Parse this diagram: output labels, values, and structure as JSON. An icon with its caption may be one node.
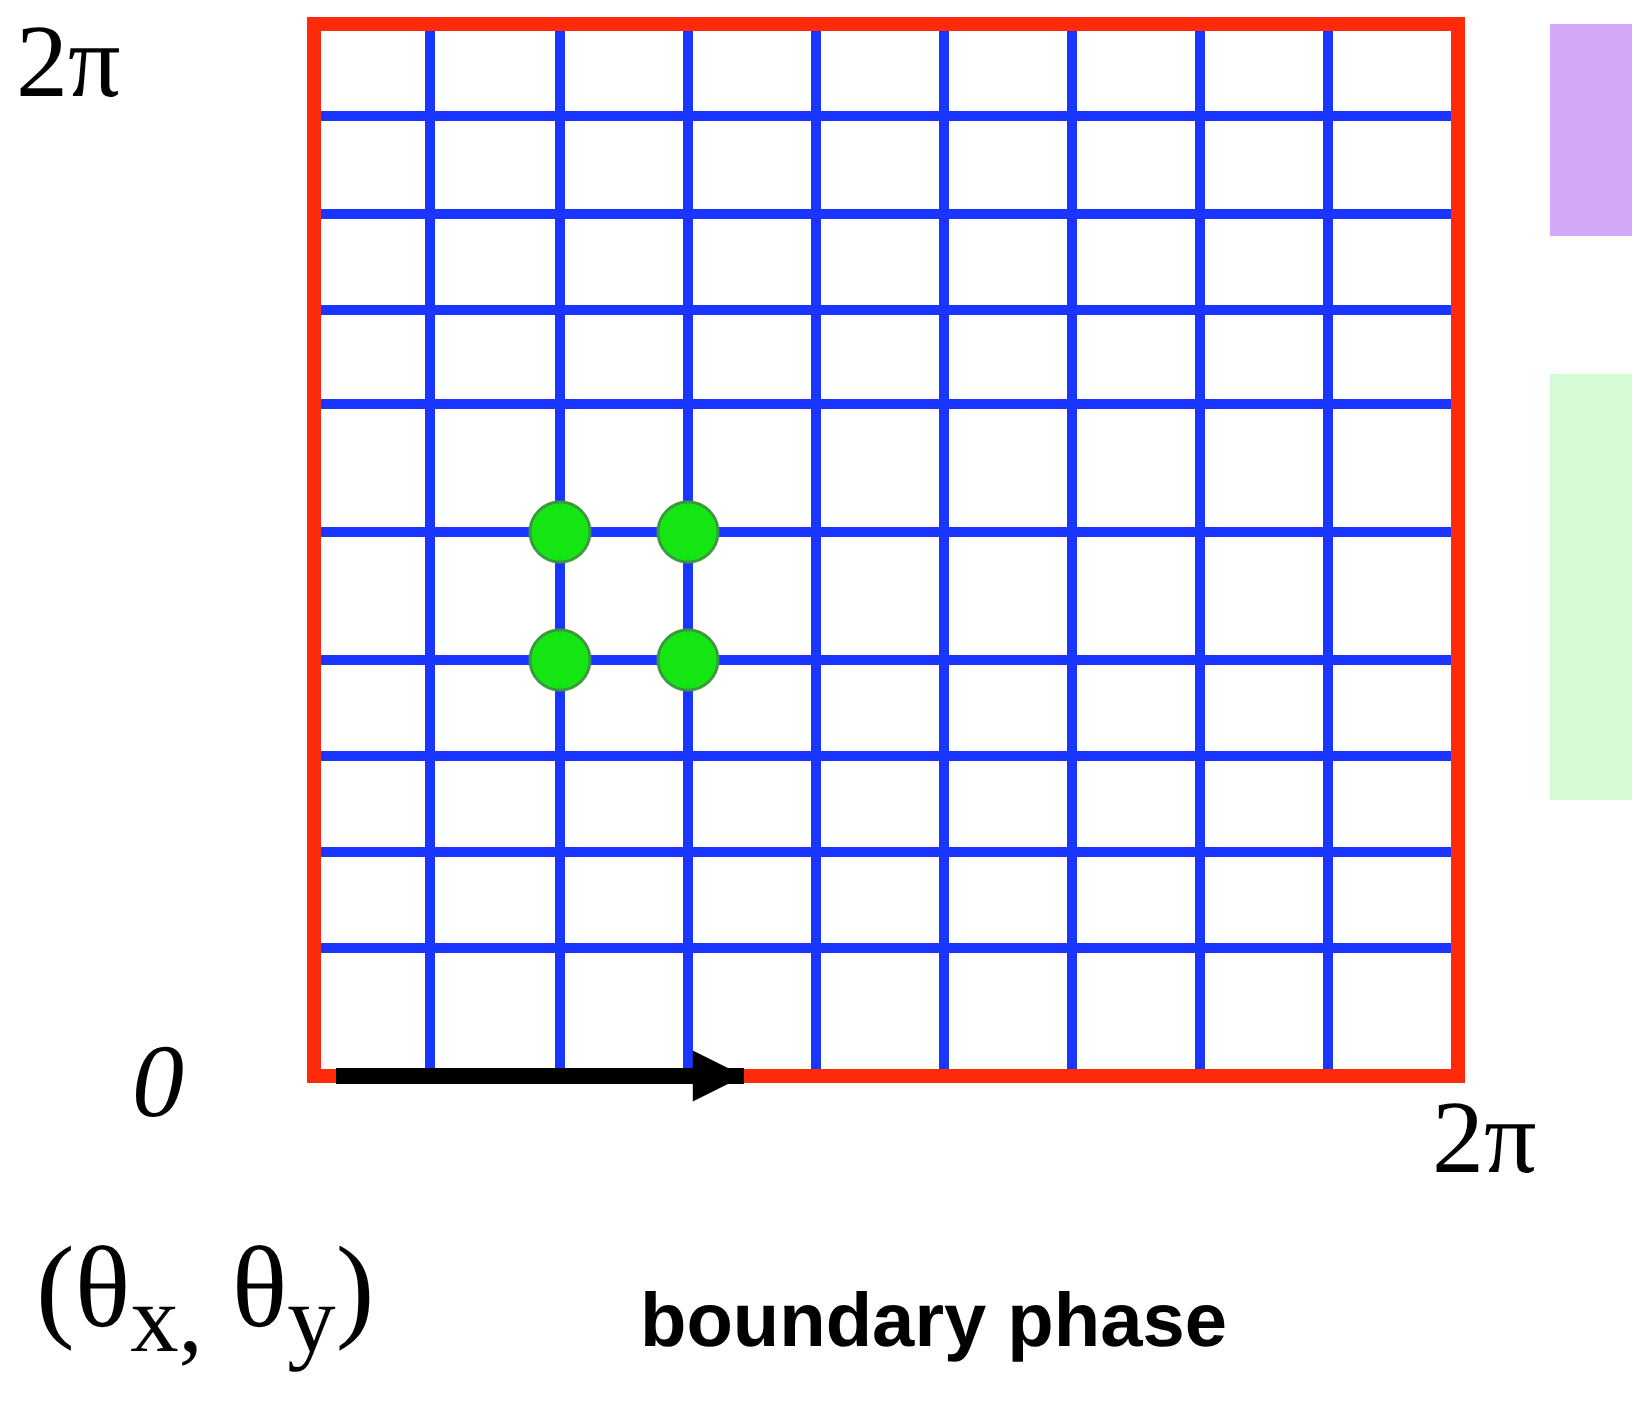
{
  "diagram": {
    "labels": [
      "2π",
      "0",
      "2π",
      "(θ$_{x,}$ θ$_{y}$)",
      "boundary phase"
    ]
  }
}
